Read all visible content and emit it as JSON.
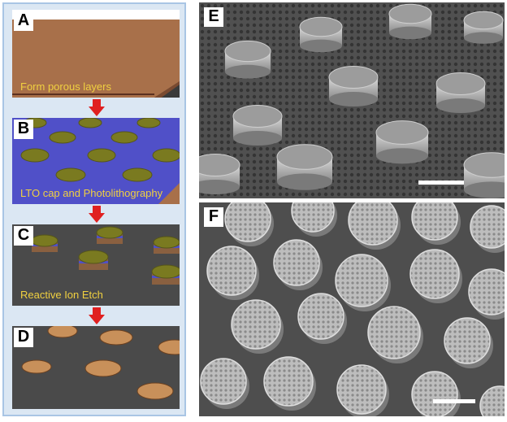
{
  "steps": [
    {
      "letter": "A",
      "caption": "Form porous layers"
    },
    {
      "letter": "B",
      "caption": "LTO cap and Photolithography"
    },
    {
      "letter": "C",
      "caption": "Reactive Ion Etch"
    },
    {
      "letter": "D",
      "caption": ""
    }
  ],
  "micrographs": [
    {
      "letter": "E"
    },
    {
      "letter": "F"
    }
  ],
  "colors": {
    "panel_bg": "#dbe7f3",
    "panel_border": "#a9c5e4",
    "caption": "#f0d040",
    "arrow": "#e02020",
    "porous_layer": "#a8704a",
    "lto_layer": "#5050c8",
    "resist_cap": "#7a7a20"
  }
}
